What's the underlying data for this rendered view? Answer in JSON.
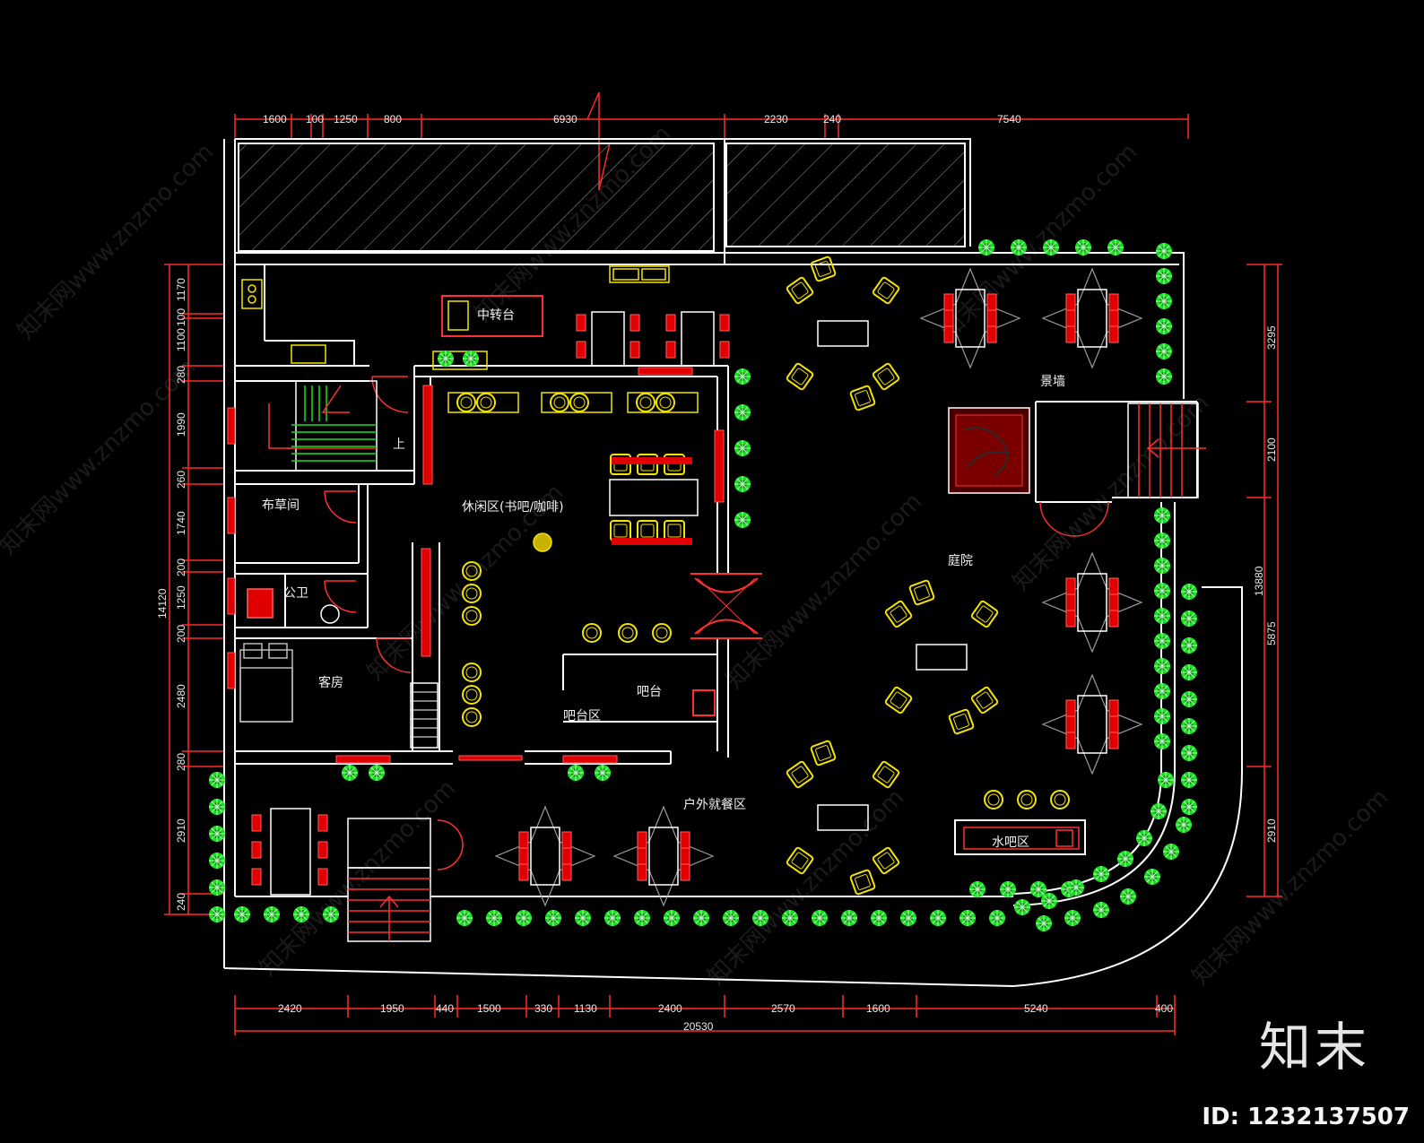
{
  "colors": {
    "background": "#000000",
    "walls": "#ffffff",
    "dimension": "#ff2a2a",
    "furniture_yellow": "#f5e400",
    "furniture_red": "#e00000",
    "plants": "#18e020"
  },
  "dimensions": {
    "top": [
      "1600",
      "100",
      "1250",
      "800",
      "6930",
      "2230",
      "240",
      "7540"
    ],
    "bottom": [
      "2420",
      "1950",
      "440",
      "1500",
      "330",
      "1130",
      "2400",
      "2570",
      "1600",
      "5240",
      "400"
    ],
    "bottom_total": "20530",
    "left": [
      "1170",
      "100",
      "1100",
      "280",
      "1990",
      "260",
      "1740",
      "200",
      "1250",
      "200",
      "2480",
      "280",
      "2910",
      "240"
    ],
    "left_total": "14120",
    "right": [
      "3295",
      "2100",
      "5875",
      "2910"
    ],
    "right_total": "13880"
  },
  "rooms": {
    "cashier": "中转台",
    "leisure": "休闲区(书吧/咖啡)",
    "linen": "布草间",
    "toilet": "公卫",
    "guest_room": "客房",
    "bar": "吧台",
    "bar_area": "吧台区",
    "outdoor_dining": "户外就餐区",
    "courtyard": "庭院",
    "feature_wall": "景墙",
    "water_bar": "水吧区",
    "stair_up": "上"
  },
  "watermark": "知末网www.znzmo.com",
  "brand": "知末",
  "image_id": "ID: 1232137507",
  "icons": [
    "stair-arrow-icon",
    "plant-icon",
    "chair-icon",
    "door-swing-icon"
  ]
}
